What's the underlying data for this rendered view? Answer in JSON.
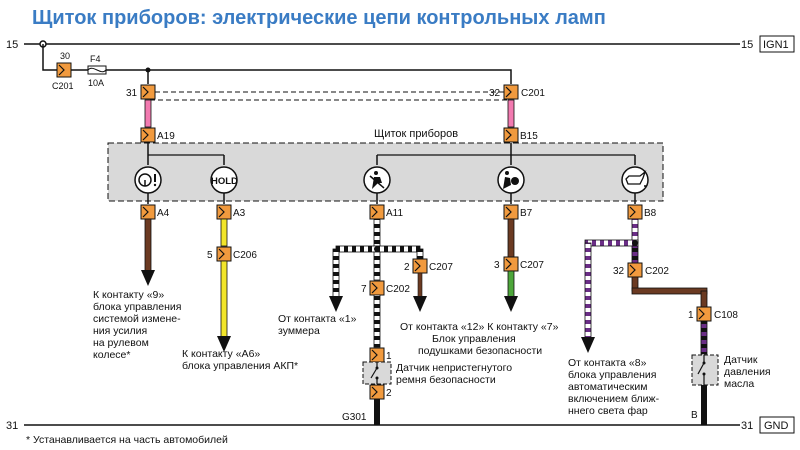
{
  "title": "Щиток приборов: электрические цепи контрольных ламп",
  "rails": {
    "top_left": "15",
    "top_right": "15",
    "top_tag": "IGN1",
    "bottom_left": "31",
    "bottom_right": "31",
    "bottom_tag": "GND"
  },
  "fuse": {
    "connector_pin": "30",
    "connector": "C201",
    "name": "F4",
    "rating": "10A"
  },
  "bus_connectors": [
    {
      "pin": "31",
      "connector": ""
    },
    {
      "pin": "32",
      "connector": "C201"
    }
  ],
  "cluster": {
    "label": "Щиток приборов",
    "pins_top": [
      "A19",
      "B15"
    ],
    "icons": [
      {
        "name": "steering-warning-icon",
        "text": "",
        "pin": "A4"
      },
      {
        "name": "hold-icon",
        "text": "HOLD",
        "pin": "A3"
      },
      {
        "name": "seatbelt-icon",
        "text": "",
        "pin": "A11"
      },
      {
        "name": "airbag-icon",
        "text": "",
        "pin": "B7"
      },
      {
        "name": "oil-can-icon",
        "text": "",
        "pin": "B8"
      }
    ]
  },
  "connectors": {
    "c206": {
      "pin": "5",
      "name": "C206"
    },
    "c207a": {
      "pin": "2",
      "name": "C207"
    },
    "c202a": {
      "pin": "7",
      "name": "C202"
    },
    "c207b": {
      "pin": "3",
      "name": "C207"
    },
    "c202b": {
      "pin": "32",
      "name": "C202"
    },
    "c108": {
      "pin": "1",
      "name": "C108"
    }
  },
  "seatbelt_sensor": {
    "pin_top": "1",
    "pin_bottom": "2",
    "label": "Датчик непристегнутого ремня безопасности"
  },
  "ground": "G301",
  "oil_sensor": {
    "label": "Датчик давления масла",
    "pin": "B"
  },
  "notes": {
    "n1": "К контакту «9» блока управления системой изменения усилия на рулевом колесе*",
    "n2": "К контакту «А6» блока управления АКП*",
    "n3": "От контакта «1» зуммера",
    "n4": "От контакта «12» Блок управления подушками безопасности",
    "n5": "К контакту «7»",
    "n6": "От контакта «8» блока управления автоматическим включением ближнего света фар"
  },
  "footnote": "* Устанавливается на часть автомобилей",
  "colors": {
    "title": "#3a7cc4",
    "connector": "#f19a3e",
    "cluster_fill": "#d9d9d9",
    "wire_pink": "#f27ab0",
    "wire_brown": "#6b3a22",
    "wire_yellow": "#f2e52a",
    "wire_green": "#4da63a",
    "wire_purple": "#6a2d86",
    "wire_black": "#111111"
  }
}
